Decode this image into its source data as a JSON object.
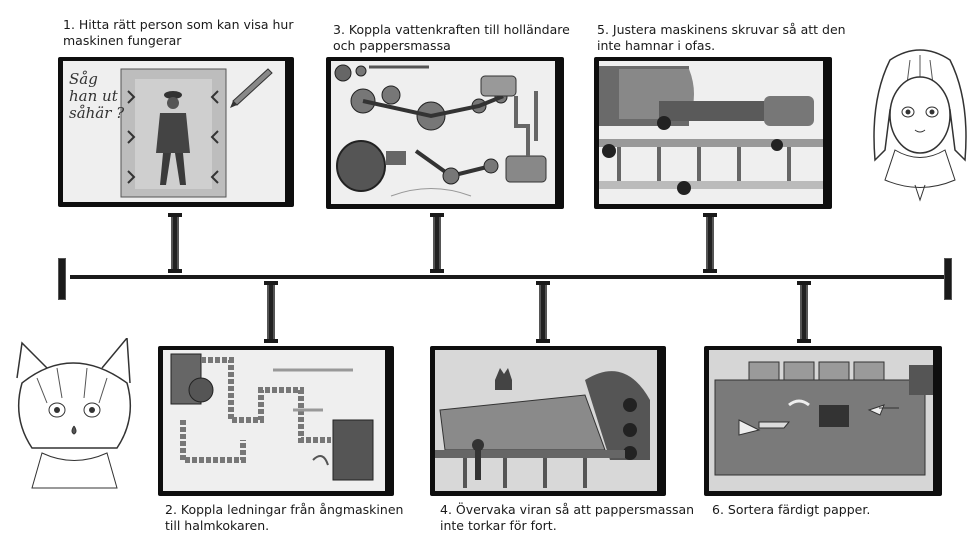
{
  "steps": [
    {
      "number": 1,
      "caption": "1. Hitta rätt person som kan visa hur\nmaskinen fungerar",
      "sketch_text": "Såg\nhan ut\nsåhär ?"
    },
    {
      "number": 2,
      "caption": "2. Koppla ledningar från ångmaskinen\ntill halmkokaren."
    },
    {
      "number": 3,
      "caption": "3. Koppla vattenkraften till holländare\noch pappersmassa"
    },
    {
      "number": 4,
      "caption": "4. Övervaka viran så att pappersmassan\ninte torkar för fort."
    },
    {
      "number": 5,
      "caption": "5. Justera maskinens skruvar så att den\ninte hamnar i ofas."
    },
    {
      "number": 6,
      "caption": "6. Sortera färdigt papper."
    }
  ],
  "colors": {
    "frame": "#0e0e0e",
    "screen": "#efefef",
    "sketch": "#3a3a3a",
    "timeline": "#1a1a1a"
  }
}
